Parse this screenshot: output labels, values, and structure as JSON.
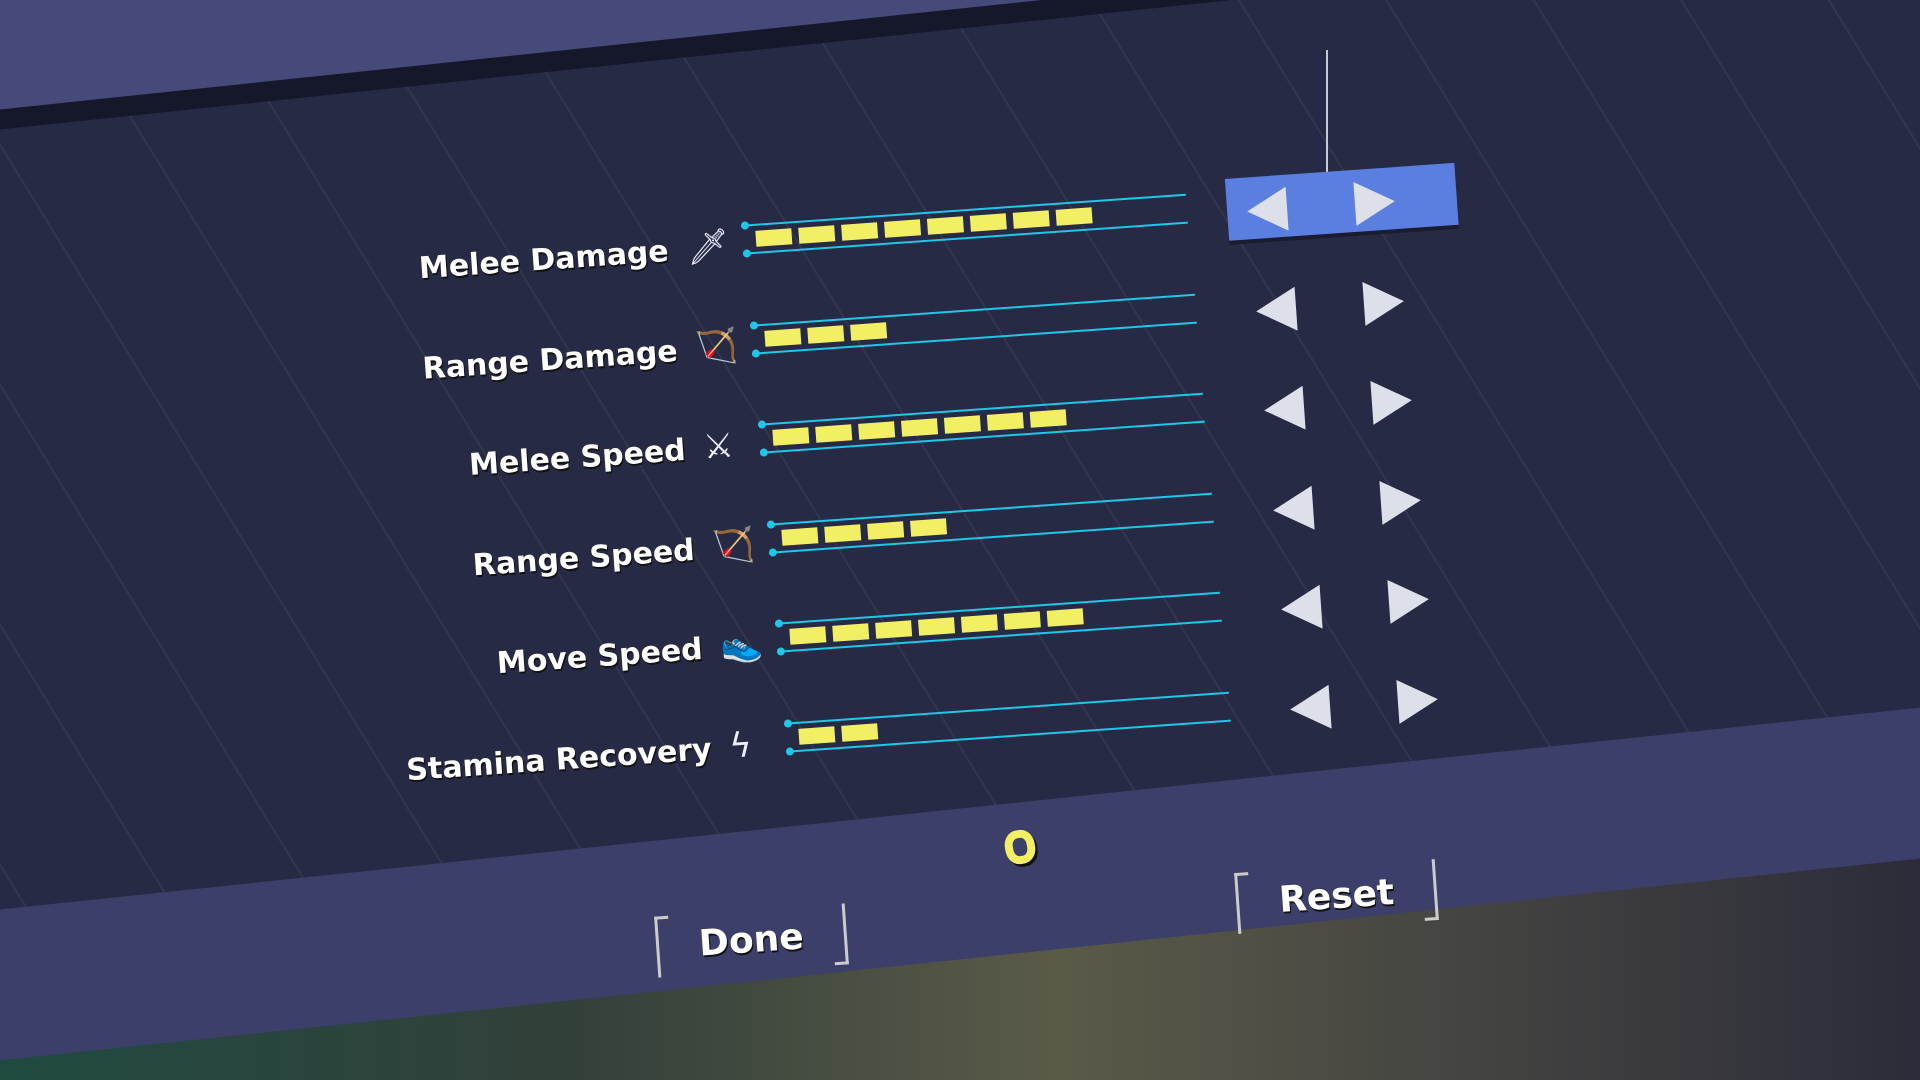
{
  "stats": [
    {
      "label": "Melee Damage",
      "icon": "sword-plus-icon",
      "glyph": "🗡",
      "value": 8,
      "max": 10,
      "selected": true
    },
    {
      "label": "Range Damage",
      "icon": "bow-plus-icon",
      "glyph": "🏹",
      "value": 3,
      "max": 10,
      "selected": false
    },
    {
      "label": "Melee Speed",
      "icon": "double-sword-icon",
      "glyph": "⚔",
      "value": 7,
      "max": 10,
      "selected": false
    },
    {
      "label": "Range Speed",
      "icon": "double-bow-icon",
      "glyph": "🏹",
      "value": 4,
      "max": 10,
      "selected": false
    },
    {
      "label": "Move Speed",
      "icon": "shoe-icon",
      "glyph": "👟",
      "value": 7,
      "max": 10,
      "selected": false
    },
    {
      "label": "Stamina Recovery",
      "icon": "lightning-icon",
      "glyph": "ϟ",
      "value": 2,
      "max": 10,
      "selected": false
    }
  ],
  "buttons": {
    "done": "Done",
    "reset": "Reset"
  },
  "currency": {
    "icon": "coin-icon"
  },
  "colors": {
    "bar_fill": "#f2ef64",
    "track": "#1ec8e8",
    "selection": "#5b7fe0",
    "panel": "#272a45"
  }
}
